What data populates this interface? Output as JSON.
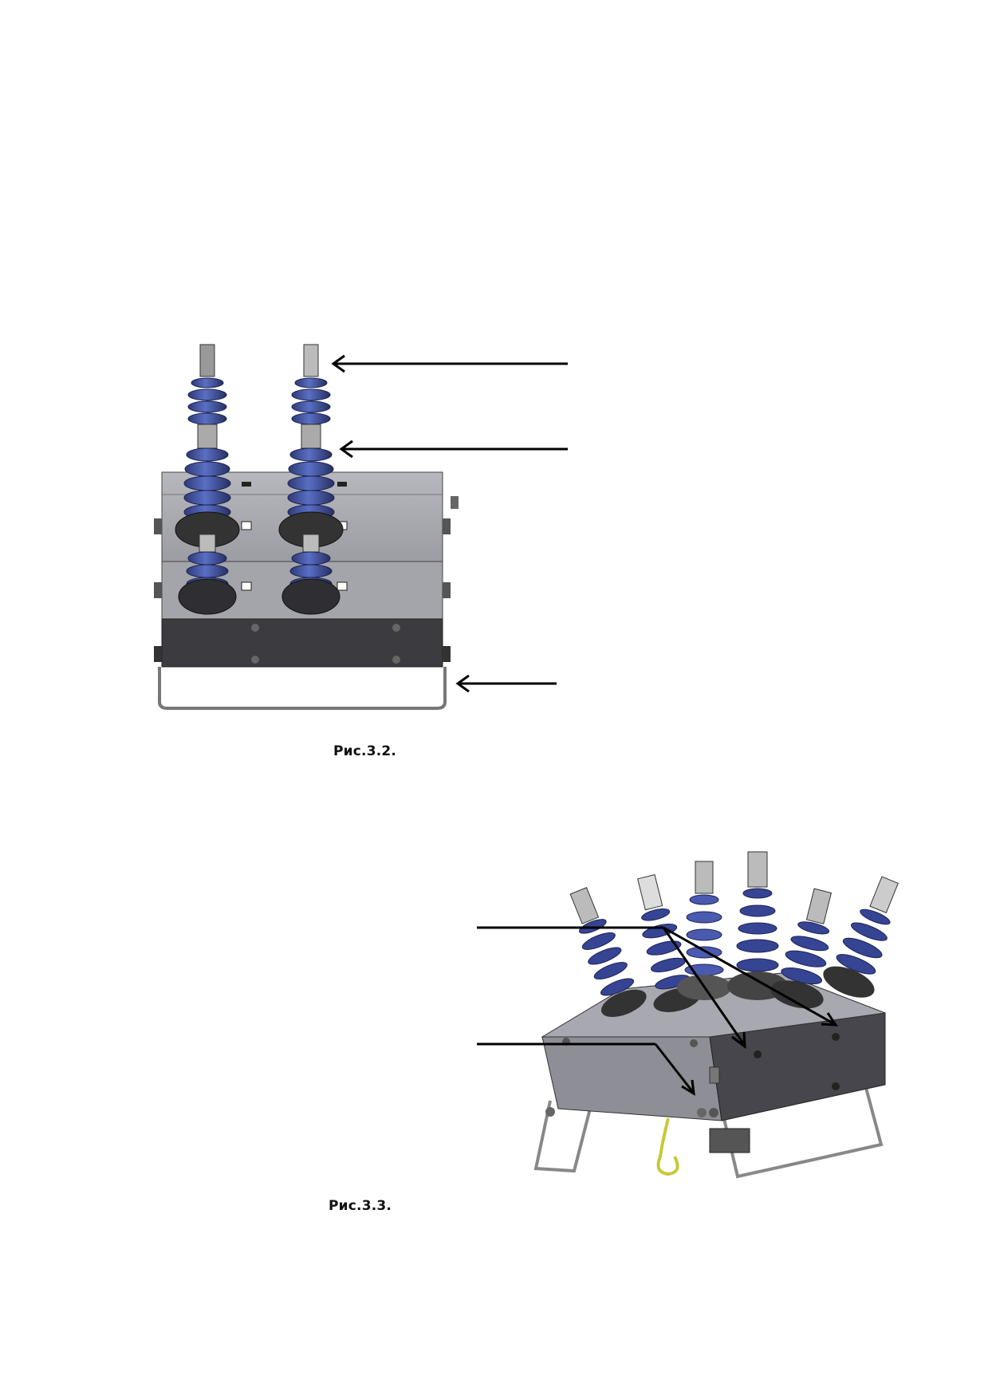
{
  "figures": [
    {
      "id": "fig-3-2",
      "caption": "Рис.3.2."
    },
    {
      "id": "fig-3-3",
      "caption": "Рис.3.3."
    }
  ]
}
